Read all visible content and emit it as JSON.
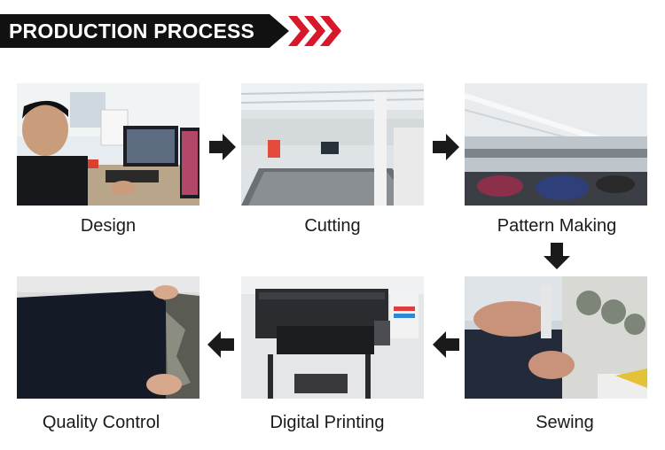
{
  "header": {
    "title": "PRODUCTION PROCESS",
    "accent_color": "#d7172a",
    "bar_color": "#111111"
  },
  "steps": [
    {
      "label": "Design",
      "photo": "designer-at-computer"
    },
    {
      "label": "Cutting",
      "photo": "cutting-factory-floor"
    },
    {
      "label": "Pattern Making",
      "photo": "pattern-making-line"
    },
    {
      "label": "Sewing",
      "photo": "sewing-machine-closeup"
    },
    {
      "label": "Digital Printing",
      "photo": "dtg-printer"
    },
    {
      "label": "Quality Control",
      "photo": "folding-garment"
    }
  ],
  "arrows": [
    "right-arrow-icon",
    "right-arrow-icon",
    "down-arrow-icon",
    "left-arrow-icon",
    "left-arrow-icon"
  ]
}
